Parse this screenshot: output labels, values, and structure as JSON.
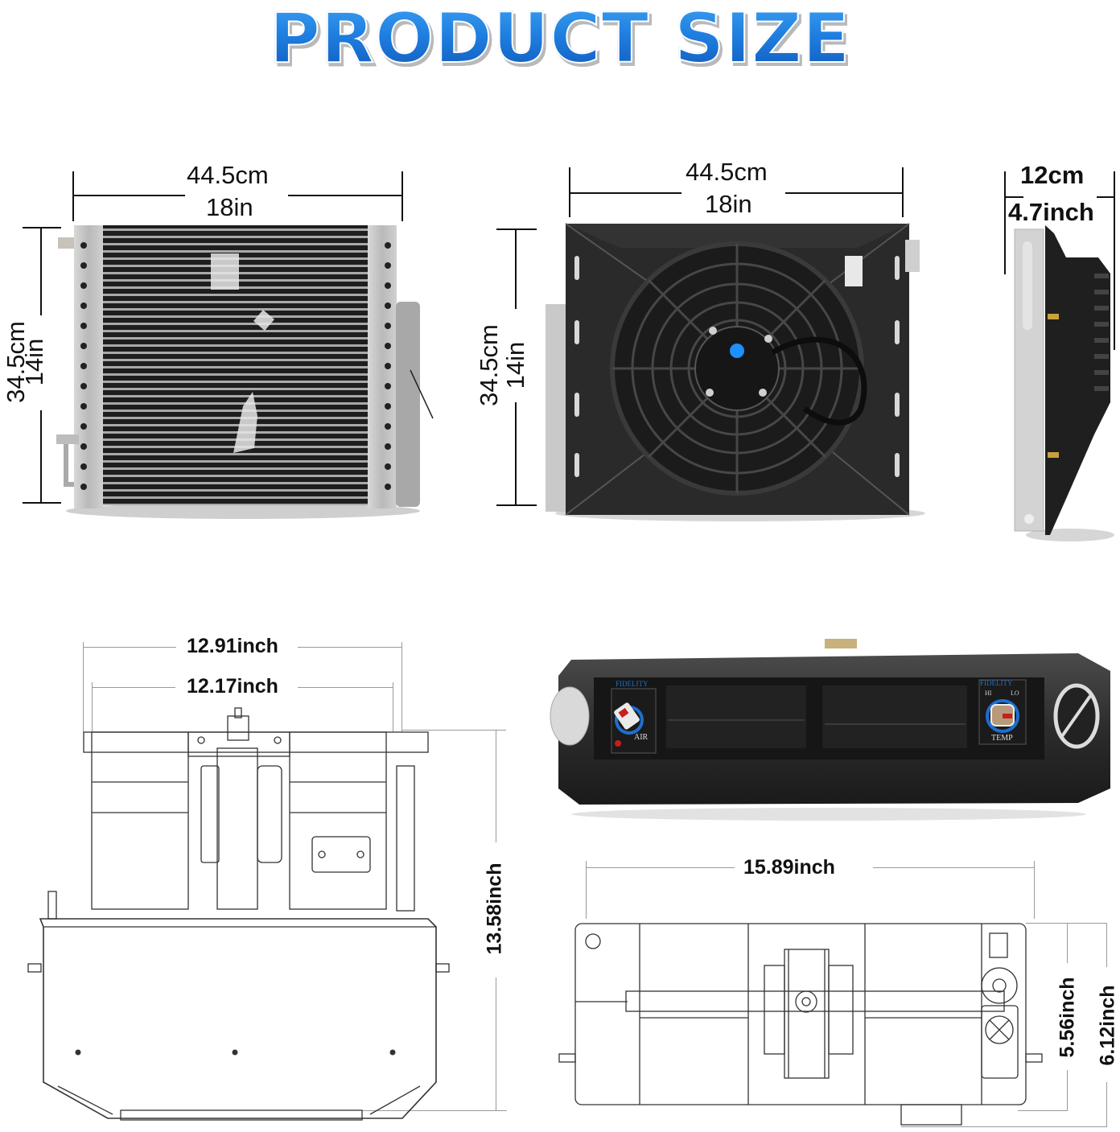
{
  "header": {
    "title": "PRODUCT SIZE",
    "title_color": "#1a72d6"
  },
  "panels": {
    "condenser": {
      "label": "condenser-front-photo",
      "width_cm": "44.5cm",
      "width_in": "18in",
      "height_cm": "34.5cm",
      "height_in": "14in"
    },
    "condenser_fan": {
      "label": "condenser-fan-front-photo",
      "width_cm": "44.5cm",
      "width_in": "18in",
      "height_cm": "34.5cm",
      "height_in": "14in",
      "fan_hub_color": "#1e90ff"
    },
    "condenser_side": {
      "label": "condenser-side-photo",
      "depth_cm": "12cm",
      "depth_in": "4.7inch"
    },
    "evaporator_drawing_front": {
      "label": "evaporator-front-drawing",
      "outer_width": "12.91inch",
      "inner_width": "12.17inch",
      "height": "13.58inch"
    },
    "evaporator_photo": {
      "label": "evaporator-unit-photo",
      "left_knob_brand": "FIDELITY",
      "left_knob_label": "AIR",
      "right_knob_brand": "FIDELITY",
      "right_knob_hi": "HI",
      "right_knob_lo": "LO",
      "right_knob_label": "TEMP",
      "dial_color": "#1e6fd0"
    },
    "evaporator_drawing_top": {
      "label": "evaporator-top-drawing",
      "width": "15.89inch",
      "depth_inner": "5.56inch",
      "depth_outer": "6.12inch"
    }
  }
}
